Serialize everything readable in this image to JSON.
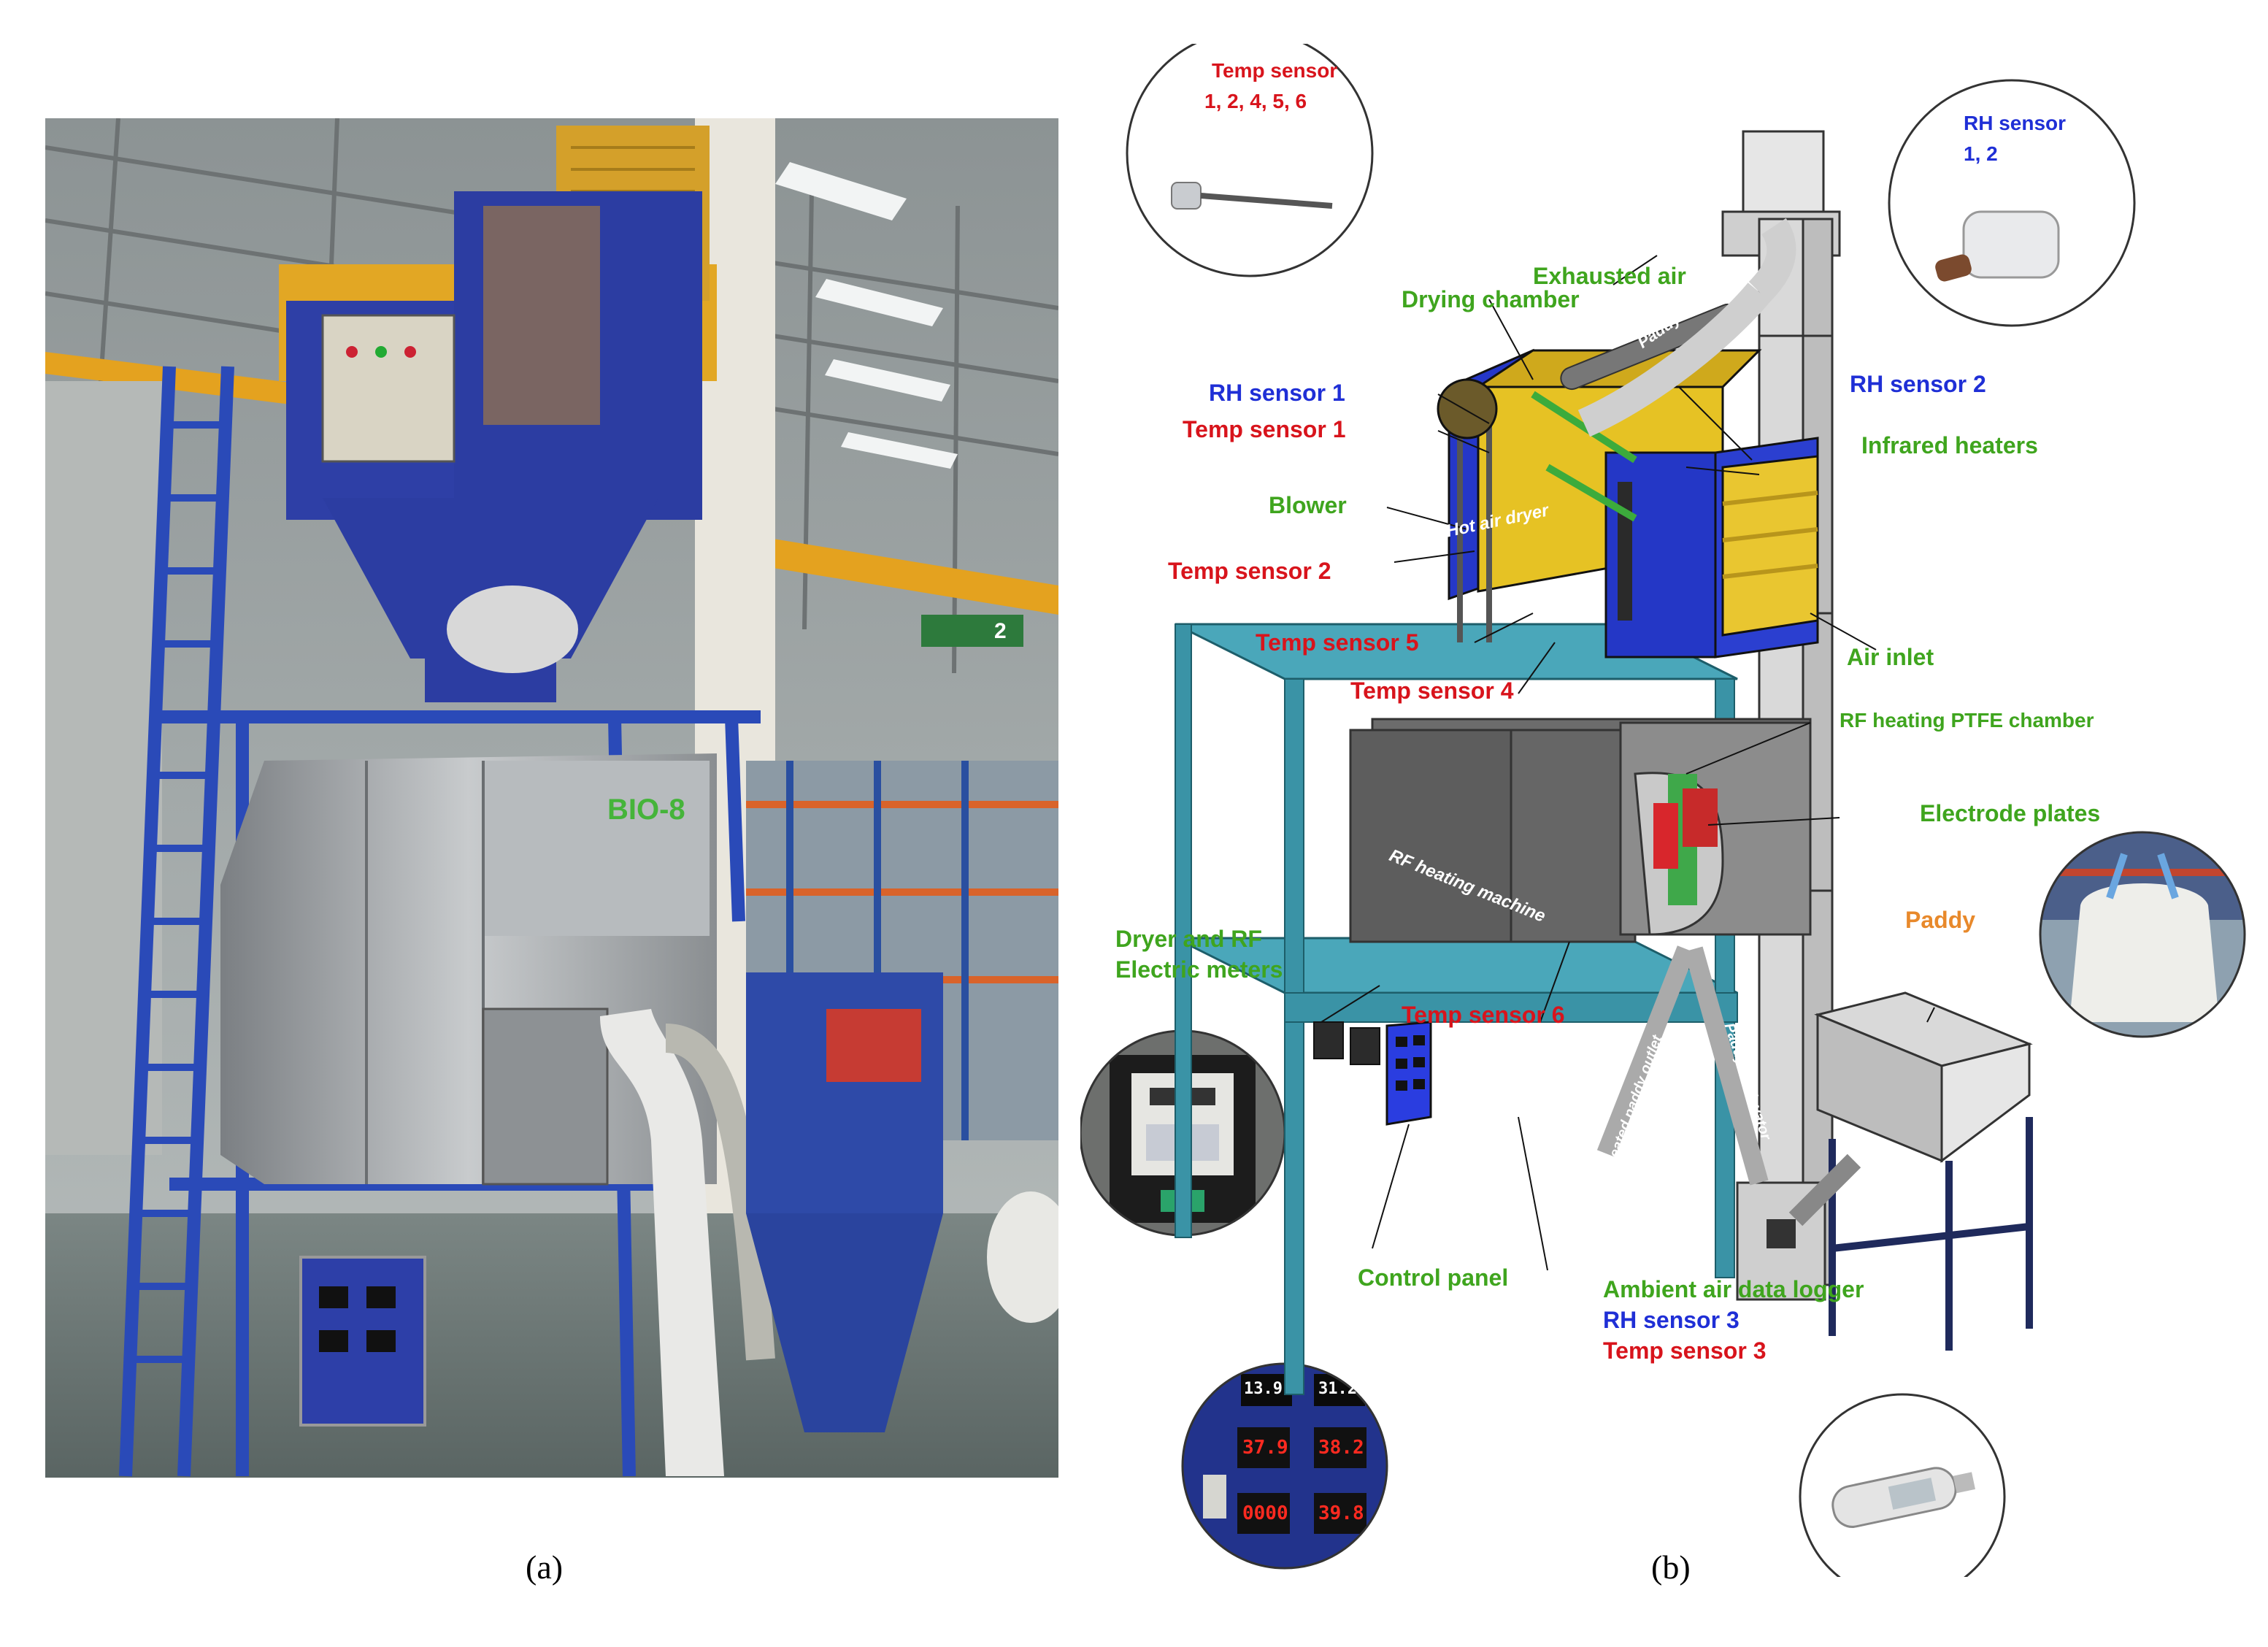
{
  "captions": {
    "a": "(a)",
    "b": "(b)"
  },
  "photo_signs": {
    "brand": "BIO-8",
    "crane_tag": "2"
  },
  "labels": {
    "temp_sensor_group": "Temp sensor",
    "temp_sensor_group_ids": "1, 2, 4, 5, 6",
    "rh_sensor_group": "RH sensor",
    "rh_sensor_group_ids": "1, 2",
    "exhausted_air": "Exhausted air",
    "drying_chamber": "Drying chamber",
    "rh_sensor_1": "RH sensor 1",
    "temp_sensor_1": "Temp sensor 1",
    "rh_sensor_2": "RH sensor 2",
    "infrared_heaters": "Infrared heaters",
    "blower": "Blower",
    "temp_sensor_2": "Temp sensor 2",
    "temp_sensor_5": "Temp sensor 5",
    "temp_sensor_4": "Temp sensor 4",
    "air_inlet": "Air inlet",
    "rf_heating_ptfe_chamber": "RF heating PTFE chamber",
    "electrode_plates": "Electrode plates",
    "paddy": "Paddy",
    "dryer_rf_meters_line1": "Dryer and RF",
    "dryer_rf_meters_line2": "Electric meters",
    "temp_sensor_6": "Temp sensor 6",
    "control_panel": "Control panel",
    "ambient_logger": "Ambient air data logger",
    "rh_sensor_3": "RH sensor 3",
    "temp_sensor_3": "Temp sensor 3"
  },
  "overlays": {
    "hot_air_dryer": "Hot air dryer",
    "rf_heating_machine": "RF heating machine",
    "paddy_pipe": "Paddy",
    "paddy_to_elevator": "Paddy to elevator",
    "treated_paddy_outlet": "Treated paddy outlet"
  },
  "panel_readings": {
    "top_left": "13.9",
    "top_right": "31.2",
    "mid_left": "37.9",
    "mid_right": "38.2",
    "bot_left": "0000",
    "bot_right": "39.8"
  },
  "colors": {
    "label_red": "#d8141c",
    "label_blue": "#1f2fd6",
    "label_green": "#3fa51e",
    "label_orange": "#e8892b",
    "frame_teal": "#3a9bb0",
    "dryer_yellow": "#e8c521",
    "dryer_blue": "#2537c8",
    "rf_gray": "#6b6b6b"
  }
}
